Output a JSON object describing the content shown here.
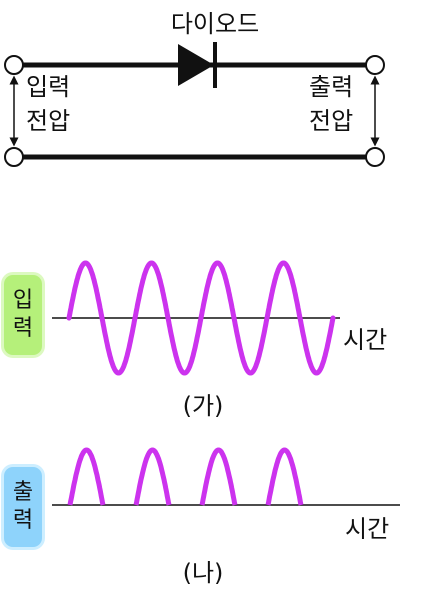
{
  "circuit": {
    "diode_label": "다이오드",
    "input_voltage": [
      "입력",
      "전압"
    ],
    "output_voltage": [
      "출력",
      "전압"
    ]
  },
  "graph_input": {
    "tag": [
      "입",
      "력"
    ],
    "axis_label": "시간",
    "caption": "(가)",
    "wave_color": "#cc33ee",
    "tag_color": "#b5f07a",
    "cycles": 4,
    "rectified": false
  },
  "graph_output": {
    "tag": [
      "출",
      "력"
    ],
    "axis_label": "시간",
    "caption": "(나)",
    "wave_color": "#cc33ee",
    "tag_color": "#8ed3fb",
    "cycles": 4,
    "rectified": true
  }
}
